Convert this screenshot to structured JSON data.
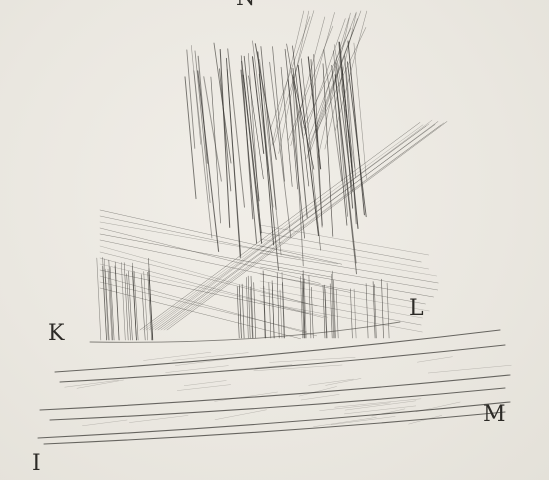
{
  "figure": {
    "labels": {
      "n": "N",
      "k": "K",
      "l": "L",
      "m": "M",
      "i": "I"
    },
    "colors": {
      "paper": "#ebe8e1",
      "ink": "#2c2a26"
    }
  }
}
